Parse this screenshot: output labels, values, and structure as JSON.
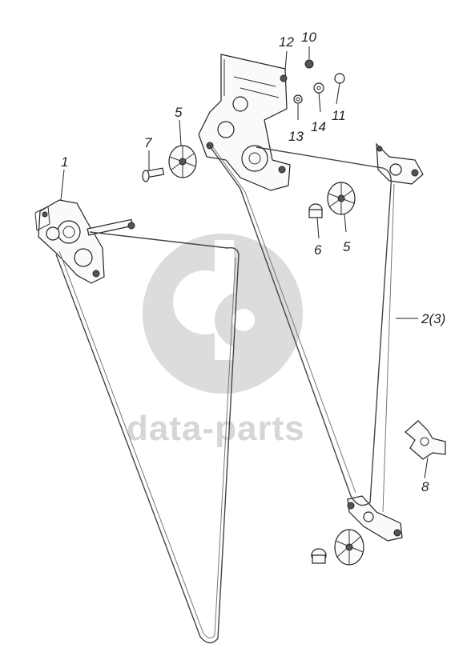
{
  "watermark": {
    "text": "data-parts",
    "color": "#d6d6d6"
  },
  "callouts": [
    {
      "id": "1",
      "label": "1"
    },
    {
      "id": "2",
      "label": "2(3)"
    },
    {
      "id": "5a",
      "label": "5"
    },
    {
      "id": "5b",
      "label": "5"
    },
    {
      "id": "6",
      "label": "6"
    },
    {
      "id": "7",
      "label": "7"
    },
    {
      "id": "8",
      "label": "8"
    },
    {
      "id": "10",
      "label": "10"
    },
    {
      "id": "11",
      "label": "11"
    },
    {
      "id": "12",
      "label": "12"
    },
    {
      "id": "13",
      "label": "13"
    },
    {
      "id": "14",
      "label": "14"
    }
  ]
}
